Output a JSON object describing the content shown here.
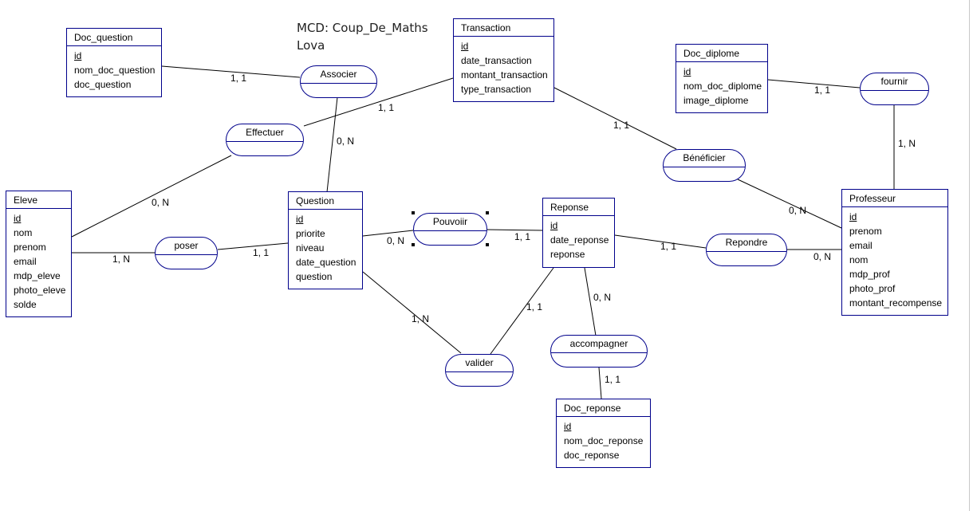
{
  "title": {
    "line1": "MCD: Coup_De_Maths",
    "line2": "Lova"
  },
  "entities": {
    "doc_question": {
      "name": "Doc_question",
      "attrs": [
        "id",
        "nom_doc_question",
        "doc_question"
      ]
    },
    "transaction": {
      "name": "Transaction",
      "attrs": [
        "id",
        "date_transaction",
        "montant_transaction",
        "type_transaction"
      ]
    },
    "doc_diplome": {
      "name": "Doc_diplome",
      "attrs": [
        "id",
        "nom_doc_diplome",
        "image_diplome"
      ]
    },
    "eleve": {
      "name": "Eleve",
      "attrs": [
        "id",
        "nom",
        "prenom",
        "email",
        "mdp_eleve",
        "photo_eleve",
        "solde"
      ]
    },
    "question": {
      "name": "Question",
      "attrs": [
        "id",
        "priorite",
        "niveau",
        "date_question",
        "question"
      ]
    },
    "reponse": {
      "name": "Reponse",
      "attrs": [
        "id",
        "date_reponse",
        "reponse"
      ]
    },
    "professeur": {
      "name": "Professeur",
      "attrs": [
        "id",
        "prenom",
        "email",
        "nom",
        "mdp_prof",
        "photo_prof",
        "montant_recompense"
      ]
    },
    "doc_reponse": {
      "name": "Doc_reponse",
      "attrs": [
        "id",
        "nom_doc_reponse",
        "doc_reponse"
      ]
    }
  },
  "associations": {
    "associer": "Associer",
    "effectuer": "Effectuer",
    "fournir": "fournir",
    "beneficier": "Bénéficier",
    "poser": "poser",
    "pouvoir": "Pouvoiir",
    "repondre": "Repondre",
    "valider": "valider",
    "accompagner": "accompagner"
  },
  "cardinalities": {
    "docq_associer": "1, 1",
    "trans_effectuer": "1, 1",
    "question_associer": "0, N",
    "trans_beneficier": "1, 1",
    "diplome_fournir": "1, 1",
    "prof_fournir": "1, N",
    "eleve_effectuer": "0, N",
    "prof_beneficier": "0, N",
    "eleve_poser": "1, N",
    "question_poser": "1, 1",
    "question_pouvoir": "0, N",
    "reponse_pouvoir": "1, 1",
    "reponse_repondre": "1, 1",
    "prof_repondre": "0, N",
    "reponse_valider": "1, 1",
    "reponse_accompagner": "0, N",
    "question_valider": "1, N",
    "docrep_accompagner": "1, 1"
  },
  "colors": {
    "border": "#00008b",
    "line": "#000000",
    "background": "#ffffff"
  }
}
